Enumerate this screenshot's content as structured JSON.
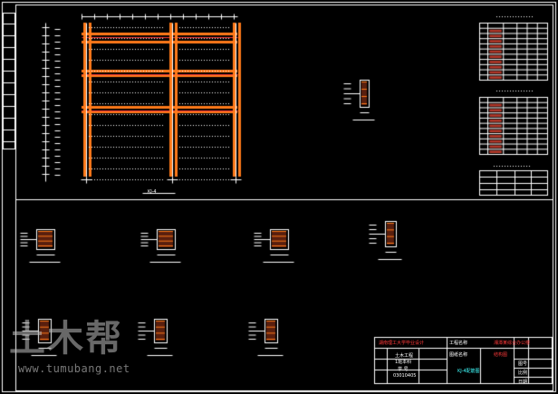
{
  "viewer": {
    "background": "#000000",
    "line_color": "#ffffff",
    "member_color": "#ff7a1a",
    "dimension_color": "#40ffff",
    "accent_red": "#ff3a3a"
  },
  "watermark": {
    "logo_text": "土木帮",
    "url_text": "www.tumubang.net"
  },
  "elevation_label": "KJ-4",
  "title_block": {
    "school": "湖南理工大学毕业设计",
    "project_label": "工程名称",
    "project_value": "湘潭某综合办公楼",
    "drawing_label": "图纸名称",
    "drawing_value": "结构图",
    "dept": "土木工程",
    "class_label": "1班本科",
    "role": "学 号",
    "role_value": "03010405",
    "drawing_title": "KJ-4配筋图",
    "sheet_label": "图号",
    "scale_label": "比例",
    "date_label": "日期"
  }
}
